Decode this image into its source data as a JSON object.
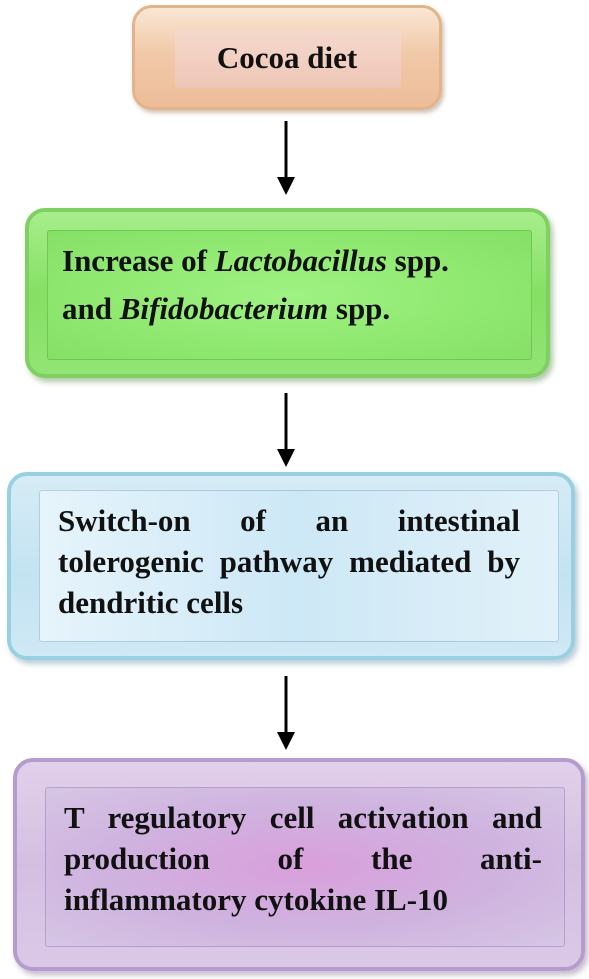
{
  "diagram": {
    "steps": [
      {
        "text": "Cocoa diet"
      },
      {
        "line1_prefix": "Increase of ",
        "line1_italic": "Lactobacillus",
        "line1_suffix": " spp.",
        "line2_prefix": "and ",
        "line2_italic": "Bifidobacterium",
        "line2_suffix": " spp."
      },
      {
        "text": "Switch-on of an intestinal tolerogenic pathway mediated by dendritic cells"
      },
      {
        "text": "T regulatory cell activation and production of the anti-inflammatory cytokine IL-10"
      }
    ],
    "colors": {
      "step1": "#f0c9a9",
      "step2": "#86e064",
      "step3": "#c3e3f2",
      "step4": "#d4bfe2",
      "arrow": "#000000"
    }
  }
}
